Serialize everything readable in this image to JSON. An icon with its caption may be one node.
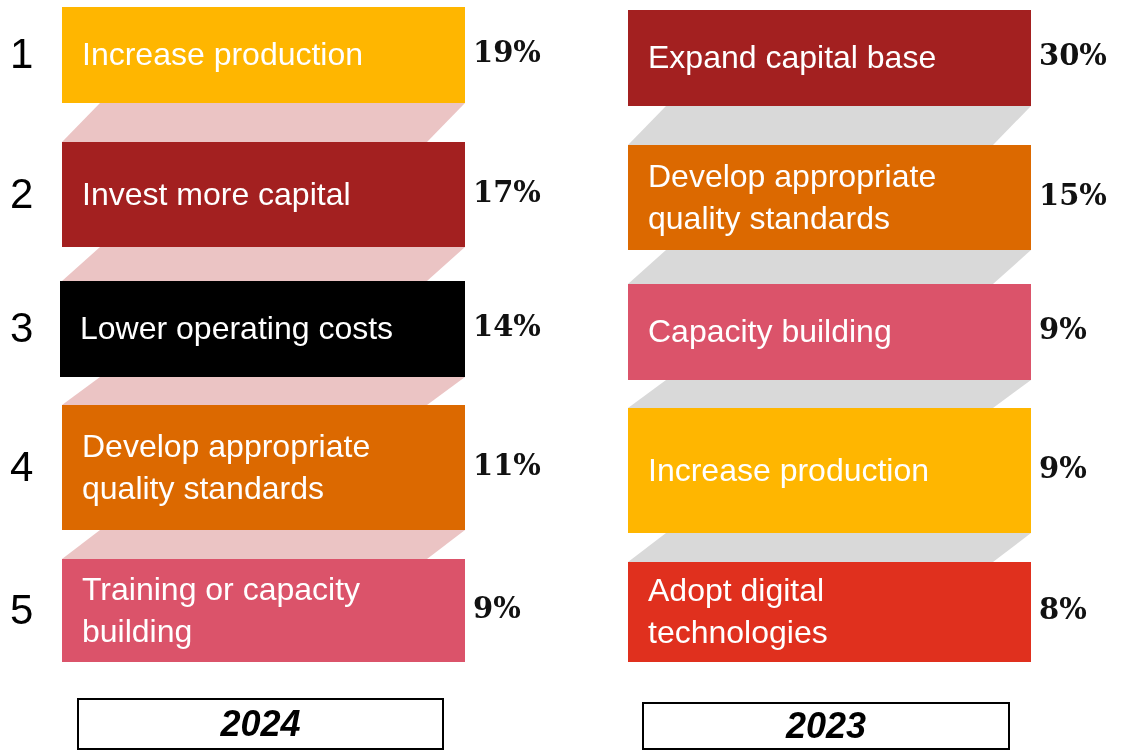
{
  "diagram": {
    "nodes": [
      {
        "text": [
          "Increase production"
        ],
        "beside": [
          "19%"
        ]
      },
      {
        "text": [
          "Invest more capital"
        ],
        "beside": [
          "17%"
        ]
      },
      {
        "text": [
          "Lower operating costs"
        ],
        "beside": [
          "14%"
        ]
      },
      {
        "text": [
          "Develop appropriate quality standards"
        ],
        "beside": [
          "11%"
        ]
      },
      {
        "text": [
          "Training or capacity building"
        ],
        "beside": [
          "9%"
        ]
      },
      {
        "text": [
          "Expand capital base"
        ],
        "beside": [
          "30%"
        ]
      },
      {
        "text": [
          "Develop appropriate quality standards"
        ],
        "beside": [
          "15%"
        ]
      },
      {
        "text": [
          "Capacity building"
        ],
        "beside": [
          "9%"
        ]
      },
      {
        "text": [
          "Increase production"
        ],
        "beside": [
          "9%"
        ]
      },
      {
        "text": [
          "Adopt digital technologies"
        ],
        "beside": [
          "8%"
        ]
      },
      {
        "text": [
          "2024"
        ]
      },
      {
        "text": [
          "2023"
        ]
      }
    ],
    "edges": [
      {
        "from": 0,
        "to": 1,
        "arrow": "none",
        "style": "thick",
        "color": "#ebc4c4"
      },
      {
        "from": 1,
        "to": 2,
        "arrow": "none",
        "style": "thick",
        "color": "#ebc4c4"
      },
      {
        "from": 2,
        "to": 3,
        "arrow": "none",
        "style": "thick",
        "color": "#ebc4c4"
      },
      {
        "from": 3,
        "to": 4,
        "arrow": "none",
        "style": "thick",
        "color": "#ebc4c4"
      },
      {
        "from": 5,
        "to": 6,
        "arrow": "none",
        "style": "thick",
        "color": "#d9d9d9"
      },
      {
        "from": 6,
        "to": 7,
        "arrow": "none",
        "style": "thick",
        "color": "#d9d9d9"
      },
      {
        "from": 7,
        "to": 8,
        "arrow": "none",
        "style": "thick",
        "color": "#d9d9d9"
      },
      {
        "from": 8,
        "to": 9,
        "arrow": "none",
        "style": "thick",
        "color": "#d9d9d9"
      }
    ],
    "labels": [
      "1",
      "2",
      "3",
      "4",
      "5"
    ]
  }
}
